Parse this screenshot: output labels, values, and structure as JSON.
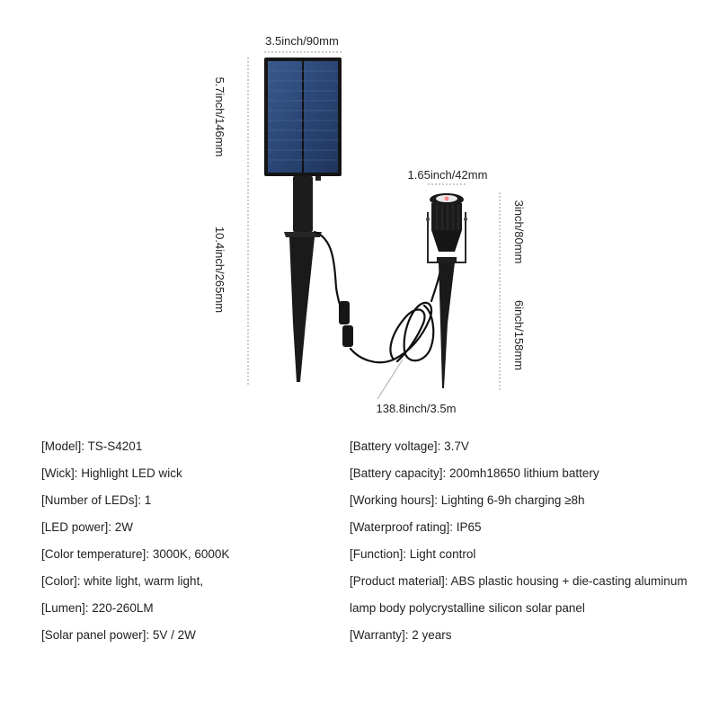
{
  "dimensions": {
    "panel_width": "3.5inch/90mm",
    "panel_height": "5.7inch/146mm",
    "total_height": "10.4inch/265mm",
    "lamp_width": "1.65inch/42mm",
    "lamp_height": "3inch/80mm",
    "spike_length": "6inch/158mm",
    "cable_length": "138.8inch/3.5m"
  },
  "specs_left": [
    {
      "label": "[Model]",
      "value": ": TS-S4201"
    },
    {
      "label": "[Wick]",
      "value": ": Highlight LED wick"
    },
    {
      "label": "[Number of LEDs]",
      "value": ": 1"
    },
    {
      "label": "[LED power]",
      "value": ": 2W"
    },
    {
      "label": "[Color temperature]",
      "value": ": 3000K, 6000K"
    },
    {
      "label": "[Color]",
      "value": ": white light, warm light,"
    },
    {
      "label": "[Lumen]",
      "value": ": 220-260LM"
    },
    {
      "label": "[Solar panel power]",
      "value": ": 5V / 2W"
    }
  ],
  "specs_right": [
    {
      "label": "[Battery voltage]",
      "value": ": 3.7V"
    },
    {
      "label": "[Battery capacity]",
      "value": ": 200mh18650 lithium battery"
    },
    {
      "label": "[Working hours]",
      "value": ": Lighting 6-9h charging ≥8h"
    },
    {
      "label": "[Waterproof rating]",
      "value": ": IP65"
    },
    {
      "label": "[Function]",
      "value": ": Light control"
    },
    {
      "label": "[Product material]",
      "value": ": ABS plastic housing + die-casting aluminum"
    },
    {
      "label": "",
      "value": "lamp body polycrystalline silicon solar panel"
    },
    {
      "label": "[Warranty]",
      "value": ": 2 years"
    }
  ]
}
